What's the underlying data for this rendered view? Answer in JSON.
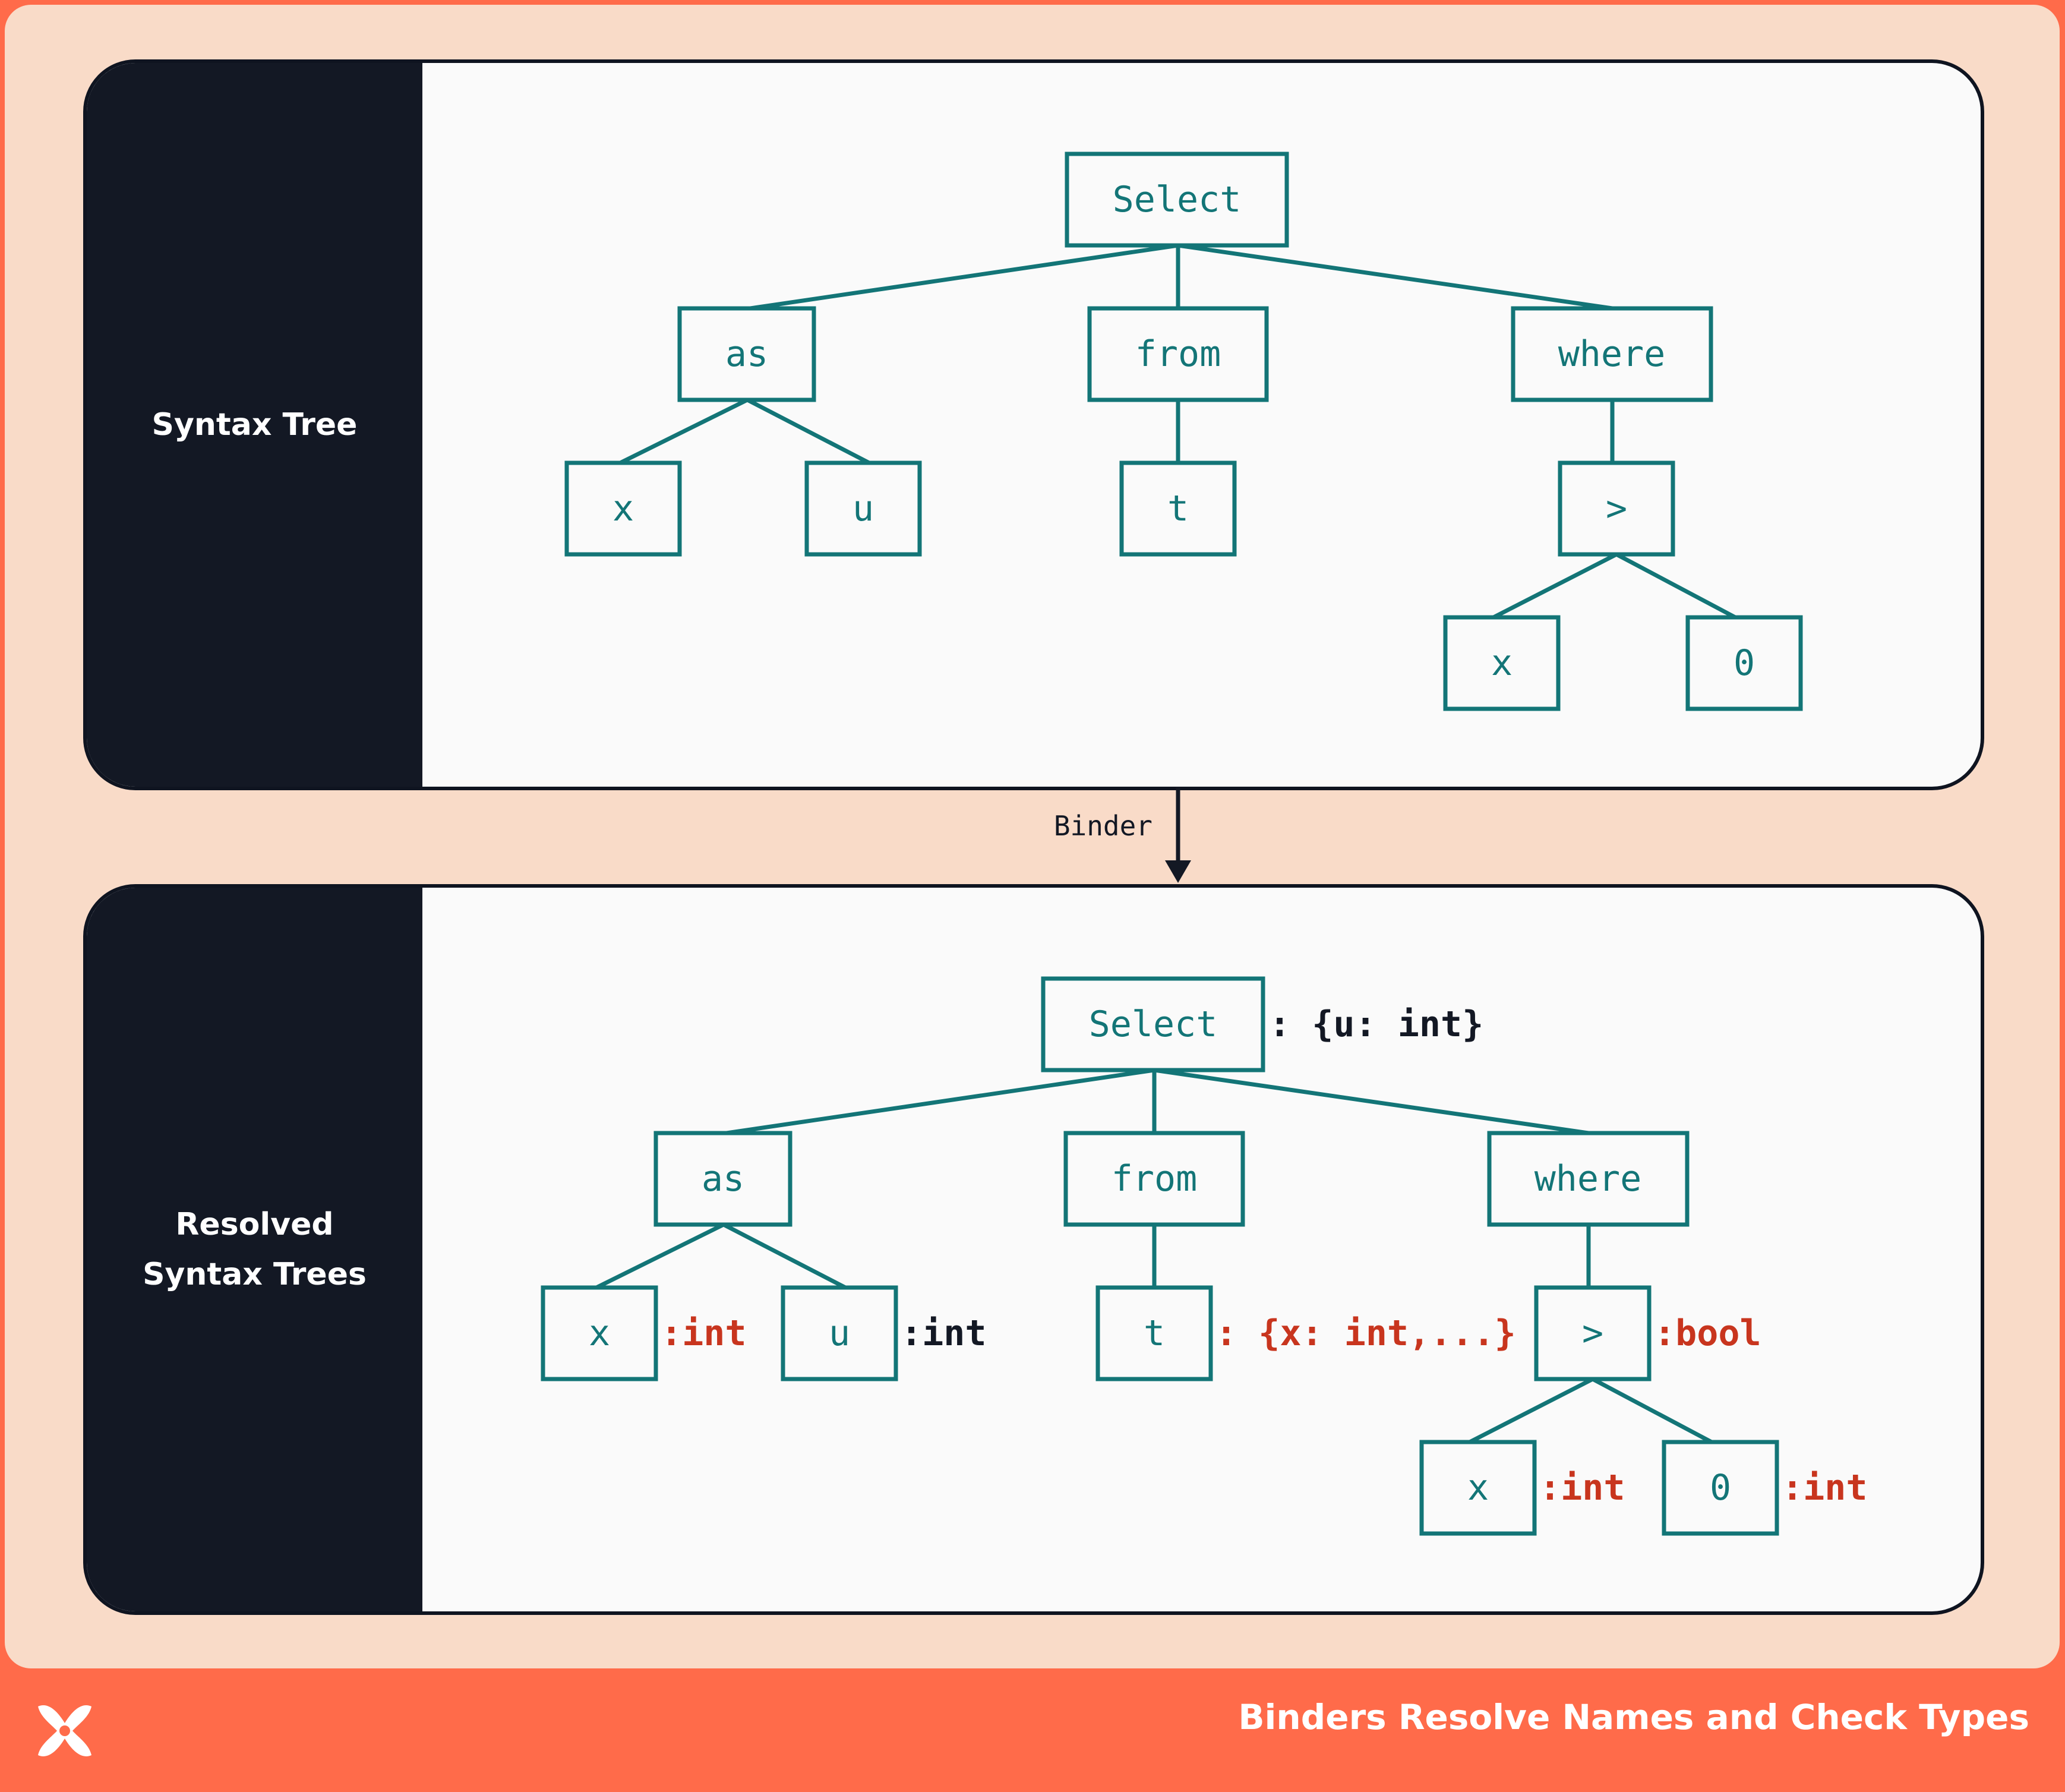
{
  "diagram": {
    "panels": [
      {
        "label_lines": [
          "Syntax Tree"
        ],
        "nodes": {
          "select": "Select",
          "as": "as",
          "from": "from",
          "where": "where",
          "x1": "x",
          "u": "u",
          "t": "t",
          "gt": ">",
          "x2": "x",
          "zero": "0"
        }
      },
      {
        "label_lines": [
          "Resolved",
          "Syntax Trees"
        ],
        "nodes": {
          "select": "Select",
          "as": "as",
          "from": "from",
          "where": "where",
          "x1": "x",
          "u": "u",
          "t": "t",
          "gt": ">",
          "x2": "x",
          "zero": "0"
        },
        "types": {
          "select": ": {u: int}",
          "x1": ":int",
          "u": ":int",
          "t": ": {x: int,...}",
          "gt": ":bool",
          "x2": ":int",
          "zero": ":int"
        }
      }
    ],
    "arrow_label": "Binder"
  },
  "colors": {
    "node_stroke": "#137577",
    "type_red": "#c8351e",
    "dark": "#131824",
    "background": "#f9dbc8",
    "brand": "#ff6b4a"
  },
  "footer": {
    "title": "Binders Resolve Names and Check Types",
    "logo_icon": "x-logo"
  }
}
